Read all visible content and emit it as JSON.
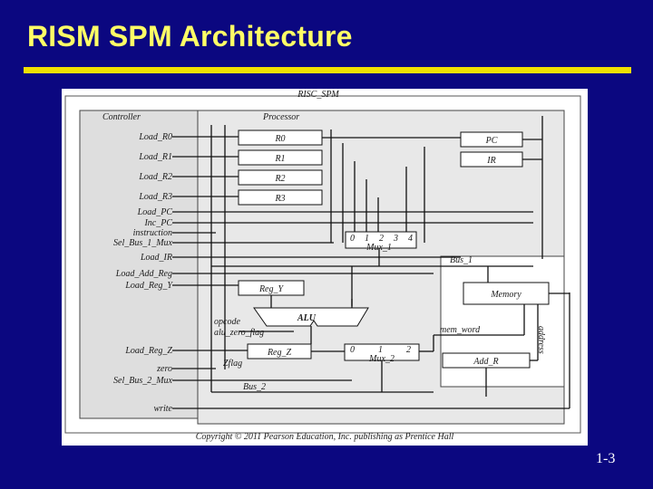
{
  "slide": {
    "title": "RISM SPM Architecture",
    "number": "1-3"
  },
  "diagram": {
    "title": "RISC_SPM",
    "controller": {
      "label": "Controller",
      "signals": [
        "Load_R0",
        "Load_R1",
        "Load_R2",
        "Load_R3",
        "Load_PC",
        "Inc_PC",
        "instruction",
        "Sel_Bus_1_Mux",
        "Load_IR",
        "Load_Add_Reg",
        "Load_Reg_Y",
        "Load_Reg_Z",
        "zero",
        "Sel_Bus_2_Mux",
        "write"
      ]
    },
    "processor": {
      "label": "Processor",
      "registers": [
        "R0",
        "R1",
        "R2",
        "R3"
      ],
      "pc": "PC",
      "ir": "IR",
      "reg_y": "Reg_Y",
      "alu": "ALU",
      "reg_z": "Reg_Z",
      "opcode": "opcode",
      "alu_zero_flag": "alu_zero_flag",
      "zflag": "Zflag",
      "mux1": {
        "label": "Mux_1",
        "inputs": [
          "0",
          "1",
          "2",
          "3",
          "4"
        ]
      },
      "mux2": {
        "label": "Mux_2",
        "inputs": [
          "0",
          "1",
          "2"
        ]
      }
    },
    "memory": {
      "label": "Memory",
      "add_r": "Add_R",
      "mem_word": "mem_word",
      "address": "address"
    },
    "buses": {
      "bus1": "Bus_1",
      "bus2": "Bus_2"
    },
    "copyright": "Copyright © 2011 Pearson Education, Inc. publishing as Prentice Hall"
  }
}
